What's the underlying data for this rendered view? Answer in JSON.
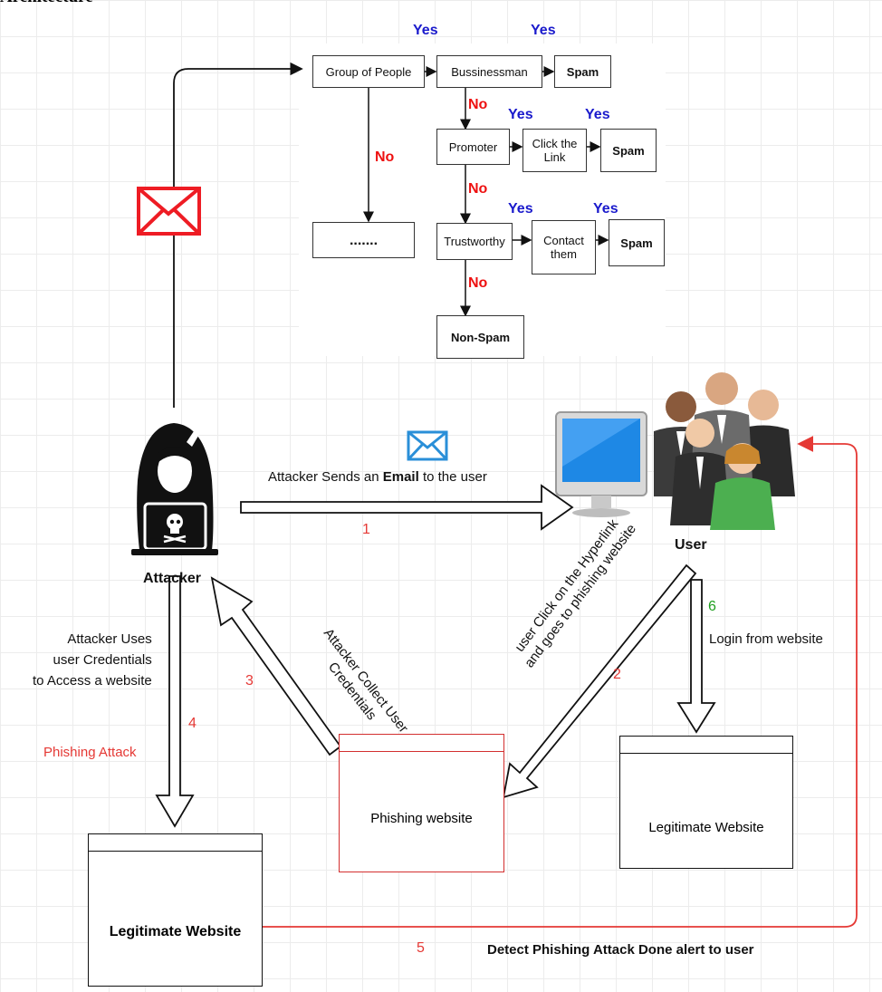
{
  "heading": "Architecture",
  "flowchart": {
    "group_of_people": "Group of People",
    "businessman": "Bussinessman",
    "promoter": "Promoter",
    "trustworthy": "Trustworthy",
    "click_link": "Click the Link",
    "contact_them": "Contact them",
    "spam": "Spam",
    "dots": ".......",
    "non_spam": "Non-Spam",
    "yes": "Yes",
    "no": "No"
  },
  "actors": {
    "attacker": "Attacker",
    "user": "User"
  },
  "steps": {
    "s1_label": "Attacker Sends an ",
    "s1_label_bold": "Email",
    "s1_label_end": " to the user",
    "s1_num": "1",
    "s2_line1": "user Click on the Hyperlink",
    "s2_line2": "and goes to phishing website",
    "s2_num": "2",
    "s3_line1": "Attacker Collect User",
    "s3_line2": "Credentials",
    "s3_num": "3",
    "s4_line1": "Attacker Uses",
    "s4_line2": "user Credentials",
    "s4_line3": "to Access a website",
    "s4_num": "4",
    "phishing_attack": "Phishing Attack",
    "s5_num": "5",
    "s5_label": "Detect Phishing Attack Done alert to user",
    "s6_num": "6",
    "s6_label": "Login from website"
  },
  "sites": {
    "phishing": "Phishing website",
    "legit_right": "Legitimate Website",
    "legit_left": "Legitimate Website"
  },
  "colors": {
    "red": "#e53935",
    "blue": "#1a1acc",
    "green": "#1e9e1e",
    "envelope_blue": "#2a8fd8"
  },
  "icons": [
    "envelope-icon",
    "hacker-icon",
    "computer-icon",
    "people-icon"
  ]
}
